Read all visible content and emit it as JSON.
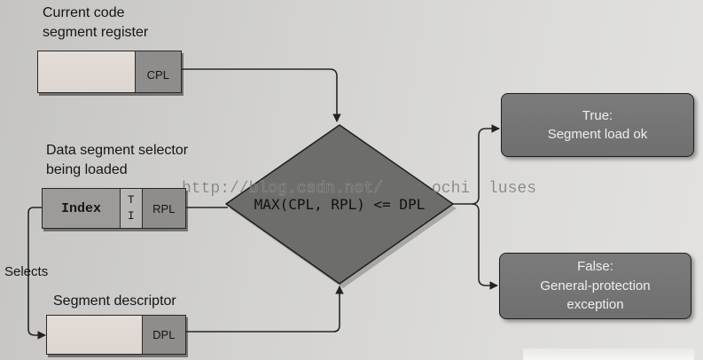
{
  "diagram": {
    "code_segment_register": {
      "label_lines": [
        "Current code",
        "segment register"
      ],
      "field": "CPL"
    },
    "data_segment_selector": {
      "label_lines": [
        "Data segment selector",
        "being loaded"
      ],
      "index": "Index",
      "ti": [
        "T",
        "I"
      ],
      "rpl": "RPL"
    },
    "segment_descriptor": {
      "label": "Segment descriptor",
      "field": "DPL"
    },
    "check": {
      "condition": "MAX(CPL, RPL) <= DPL"
    },
    "outcome_true": {
      "lines": [
        "True:",
        "Segment load ok"
      ]
    },
    "outcome_false": {
      "lines": [
        "False:",
        "General-protection",
        "exception"
      ]
    },
    "selects_label": "Selects"
  },
  "watermark": [
    "http://blog.csdn.net/",
    "ochi",
    "luses"
  ],
  "colors": {
    "paper": "#d3d2d0",
    "register_light": "#dcd5d0",
    "register_dark": "#8e8d8b",
    "diamond": "#6d6d6c",
    "outcome_fill": "#6f6f6f",
    "outcome_text": "#eeeeee",
    "line": "#262626"
  }
}
